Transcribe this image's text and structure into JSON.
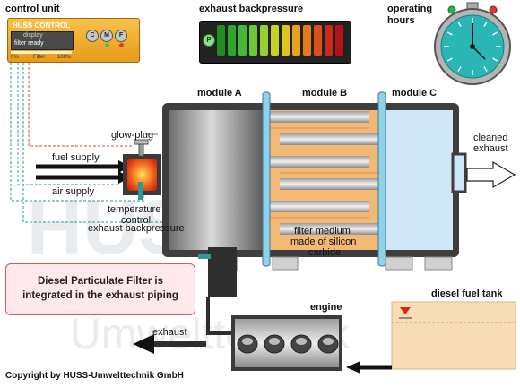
{
  "labels": {
    "control_unit": "control unit",
    "exhaust_backpressure_title": "exhaust backpressure",
    "operating_hours_1": "operating",
    "operating_hours_2": "hours",
    "module_a": "module A",
    "module_b": "module B",
    "module_c": "module C",
    "glow_plug": "glow-plug",
    "fuel_supply": "fuel supply",
    "air_supply": "air supply",
    "temperature_1": "temperature",
    "temperature_2": "control",
    "exhaust_backpressure_sensor": "exhaust backpressure",
    "cleaned_1": "cleaned",
    "cleaned_2": "exhaust",
    "filter_1": "filter medium",
    "filter_2": "made of silicon",
    "filter_3": "carbide",
    "engine": "engine",
    "diesel_fuel_tank": "diesel fuel tank",
    "exhaust": "exhaust",
    "copyright": "Copyright by HUSS-Umwelttechnik GmbH"
  },
  "control_unit": {
    "brand": "HUSS CONTROL",
    "display": "display",
    "status": "filter ready",
    "buttons": [
      "C",
      "M",
      "F"
    ],
    "scale_min": "0%",
    "scale_mid": "Filter",
    "scale_max": "100%"
  },
  "backpressure_gauge": {
    "indicator": "P",
    "colors": [
      "#1f8f1f",
      "#2fa52f",
      "#48b83a",
      "#6cc53a",
      "#98cf2f",
      "#c3d224",
      "#e0c21e",
      "#e8a21e",
      "#e67a1e",
      "#db511e",
      "#c92a1e",
      "#b01414"
    ]
  },
  "message": {
    "line1": "Diesel Particulate Filter is",
    "line2": "integrated in the exhaust piping"
  },
  "watermark": {
    "word1": "HUSS",
    "word2": "Umwelttechnik"
  },
  "colors": {
    "fuel_line": "#111111",
    "signal_red": "#e04040",
    "signal_teal": "#2a9a9a",
    "filter_orange": "#f3b873",
    "heater_red": "#e8341c",
    "tank_fuel": "#f7dcb5",
    "housing_blue": "#cfe6f7"
  }
}
